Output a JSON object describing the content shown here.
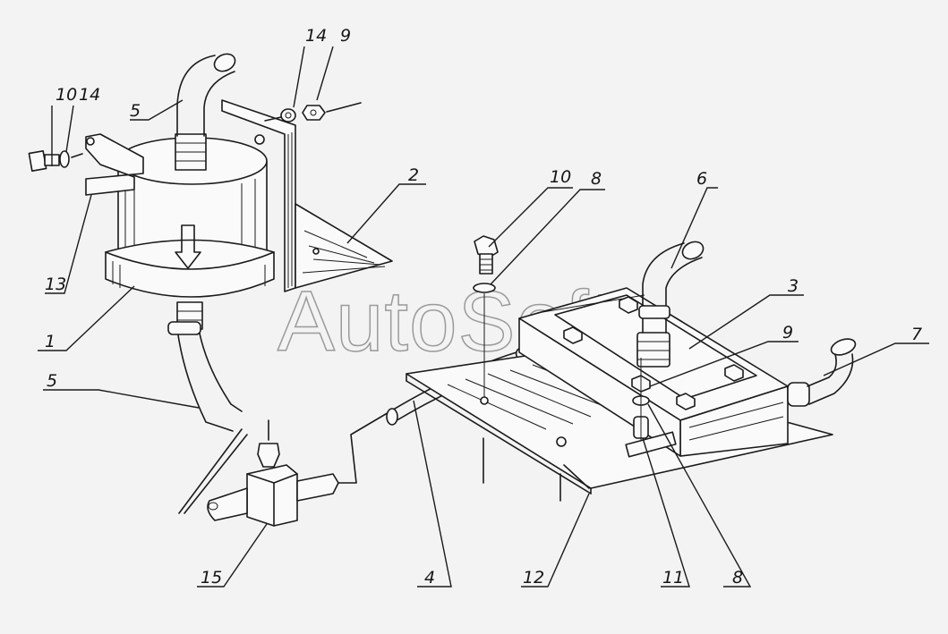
{
  "watermark": "AutoSoft",
  "callouts": {
    "c10a": "10",
    "c14a": "14",
    "c14b": "14",
    "c9a": "9",
    "c5a": "5",
    "c13": "13",
    "c1": "1",
    "c5b": "5",
    "c2": "2",
    "c10b": "10",
    "c8a": "8",
    "c6": "6",
    "c3": "3",
    "c9b": "9",
    "c7": "7",
    "c15": "15",
    "c4": "4",
    "c12": "12",
    "c11": "11",
    "c8b": "8"
  }
}
